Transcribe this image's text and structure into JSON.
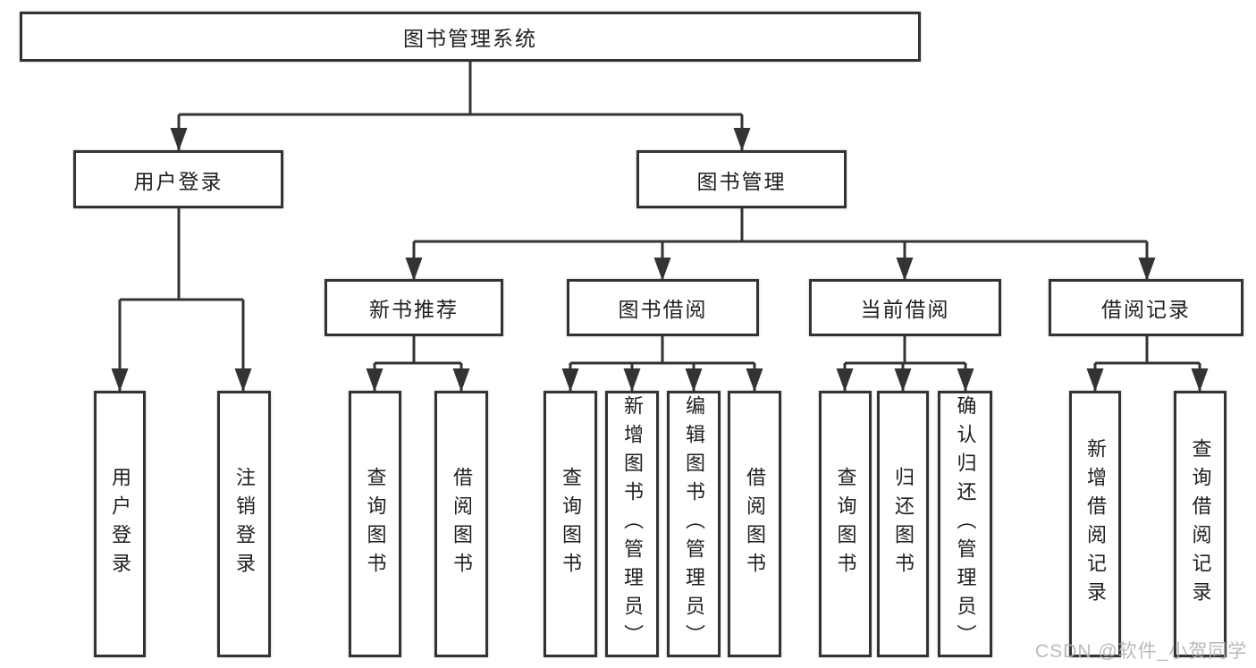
{
  "colors": {
    "line": "#333333",
    "border": "#333333",
    "text": "#1f1f1f",
    "watermark": "#b3b3b3",
    "background": "#ffffff"
  },
  "tree": {
    "root": {
      "label": "图书管理系统",
      "children": [
        {
          "label": "用户登录",
          "children": [
            {
              "label": "用户登录"
            },
            {
              "label": "注销登录"
            }
          ]
        },
        {
          "label": "图书管理",
          "children": [
            {
              "label": "新书推荐",
              "children": [
                {
                  "label": "查询图书"
                },
                {
                  "label": "借阅图书"
                }
              ]
            },
            {
              "label": "图书借阅",
              "children": [
                {
                  "label": "查询图书"
                },
                {
                  "label": "新增图书（管理员）"
                },
                {
                  "label": "编辑图书（管理员）"
                },
                {
                  "label": "借阅图书"
                }
              ]
            },
            {
              "label": "当前借阅",
              "children": [
                {
                  "label": "查询图书"
                },
                {
                  "label": "归还图书"
                },
                {
                  "label": "确认归还（管理员）"
                }
              ]
            },
            {
              "label": "借阅记录",
              "children": [
                {
                  "label": "新增借阅记录"
                },
                {
                  "label": "查询借阅记录"
                }
              ]
            }
          ]
        }
      ]
    }
  },
  "watermark": {
    "text": "CSDN @软件_小贺同学"
  }
}
